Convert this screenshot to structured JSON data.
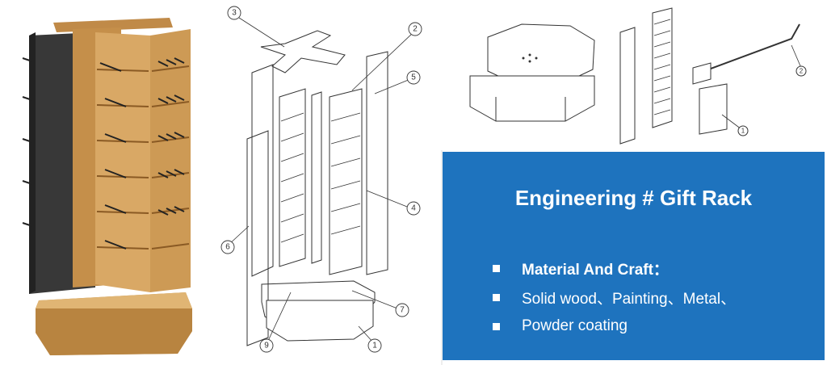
{
  "info": {
    "title": "Engineering # Gift Rack",
    "rows": [
      {
        "text": "Material And Craft："
      },
      {
        "text": "Solid wood、Painting、Metal、"
      },
      {
        "text": "Powder coating"
      }
    ]
  },
  "callouts": {
    "exploded": [
      "1",
      "2",
      "3",
      "4",
      "5",
      "6",
      "7",
      "9"
    ],
    "parts": [
      "1",
      "2"
    ]
  },
  "colors": {
    "accent": "#1e73be",
    "wood": "#d2a15d",
    "panel_dark": "#3a3a3a"
  }
}
